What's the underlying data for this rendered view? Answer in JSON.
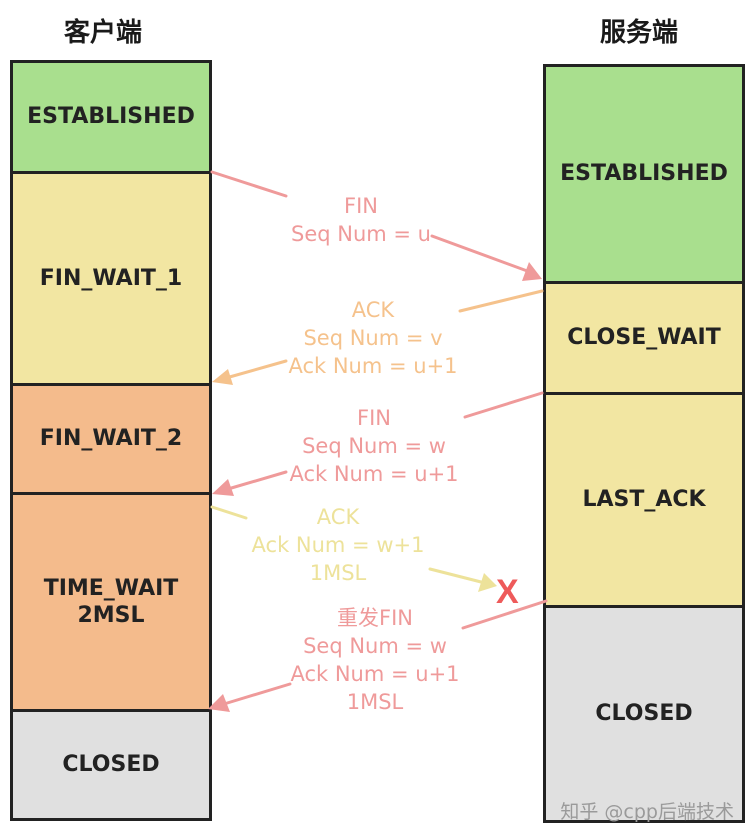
{
  "client": {
    "title": "客户端",
    "states": [
      {
        "label": "ESTABLISHED",
        "color": "#a9df8e"
      },
      {
        "label": "FIN_WAIT_1",
        "color": "#f2e6a2"
      },
      {
        "label": "FIN_WAIT_2",
        "color": "#f4bb8c"
      },
      {
        "label": "TIME_WAIT\n2MSL",
        "color": "#f4bb8c"
      },
      {
        "label": "CLOSED",
        "color": "#e0e0e0"
      }
    ]
  },
  "server": {
    "title": "服务端",
    "states": [
      {
        "label": "ESTABLISHED",
        "color": "#a9df8e"
      },
      {
        "label": "CLOSE_WAIT",
        "color": "#f2e6a2"
      },
      {
        "label": "LAST_ACK",
        "color": "#f2e6a2"
      },
      {
        "label": "CLOSED",
        "color": "#e0e0e0"
      }
    ]
  },
  "messages": [
    {
      "lines": [
        "FIN",
        "Seq Num = u"
      ],
      "color": "#ef9a9a",
      "direction": "client-to-server"
    },
    {
      "lines": [
        "ACK",
        "Seq Num = v",
        "Ack Num = u+1"
      ],
      "color": "#f5c28c",
      "direction": "server-to-client"
    },
    {
      "lines": [
        "FIN",
        "Seq Num = w",
        "Ack Num = u+1"
      ],
      "color": "#ef9a9a",
      "direction": "server-to-client"
    },
    {
      "lines": [
        "ACK",
        "Ack Num = w+1",
        "1MSL"
      ],
      "color": "#ede29a",
      "direction": "client-to-server",
      "lost": true
    },
    {
      "lines": [
        "重发FIN",
        "Seq Num = w",
        "Ack Num = u+1",
        "1MSL"
      ],
      "color": "#ef9a9a",
      "direction": "server-to-client"
    }
  ],
  "lost_marker": {
    "symbol": "X",
    "color": "#ee5a5a"
  },
  "watermark": "知乎 @cpp后端技术"
}
